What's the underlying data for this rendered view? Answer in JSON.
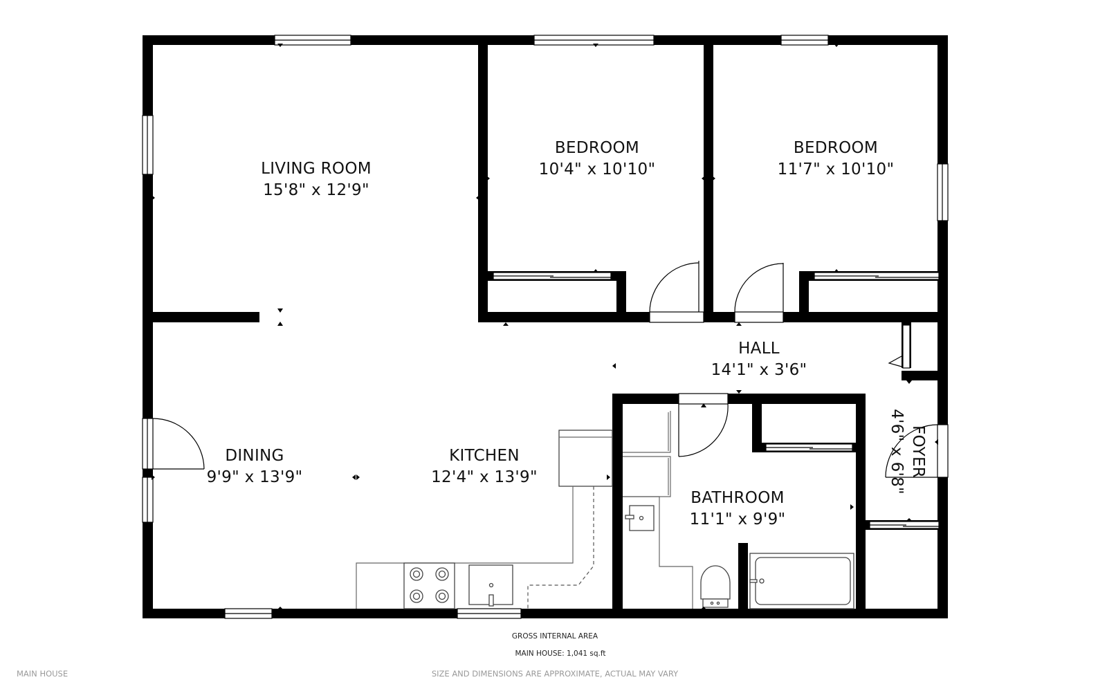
{
  "rooms": {
    "living_room": {
      "name": "LIVING ROOM",
      "dimensions": "15'8\" x 12'9\""
    },
    "bedroom_1": {
      "name": "BEDROOM",
      "dimensions": "10'4\" x 10'10\""
    },
    "bedroom_2": {
      "name": "BEDROOM",
      "dimensions": "11'7\" x 10'10\""
    },
    "hall": {
      "name": "HALL",
      "dimensions": "14'1\" x 3'6\""
    },
    "dining": {
      "name": "DINING",
      "dimensions": "9'9\" x 13'9\""
    },
    "kitchen": {
      "name": "KITCHEN",
      "dimensions": "12'4\" x 13'9\""
    },
    "bathroom": {
      "name": "BATHROOM",
      "dimensions": "11'1\" x 9'9\""
    },
    "foyer": {
      "name": "FOYER",
      "dimensions": "4'6\" x 6'8\""
    }
  },
  "footer": {
    "gross_area_label": "GROSS INTERNAL AREA",
    "main_house_area": "MAIN HOUSE: 1,041 sq.ft",
    "disclaimer": "SIZE AND DIMENSIONS ARE APPROXIMATE, ACTUAL MAY VARY",
    "floor_label": "MAIN HOUSE"
  }
}
